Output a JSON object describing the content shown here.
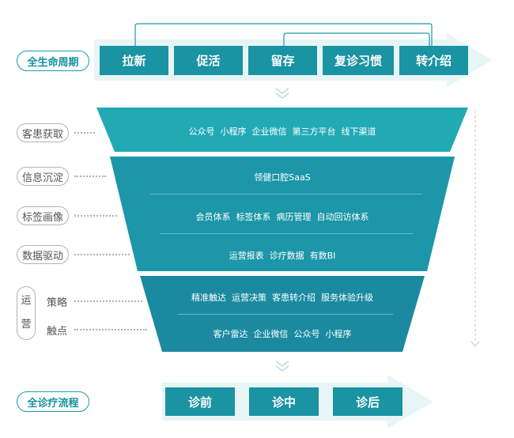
{
  "lifecycle": {
    "label": "全生命周期",
    "stages": [
      "拉新",
      "促活",
      "留存",
      "复诊习惯",
      "转介绍"
    ]
  },
  "side_labels": {
    "acquire": "客患获取",
    "deposit": "信息沉淀",
    "portrait": "标签画像",
    "data_driven": "数据驱动",
    "ops_chars": [
      "运",
      "营"
    ],
    "strategy": "策略",
    "touchpoint": "触点"
  },
  "funnel": {
    "layer1": "公众号  小程序  企业微信  第三方平台  线下渠道",
    "layer2_title": "领健口腔SaaS",
    "layer2_mid": "会员体系  标签体系  病历管理  自动回访体系",
    "layer2_bottom": "运营报表  诊疗数据  有数BI",
    "layer3_top": "精准触达  运营决策  客患转介绍  服务体验升级",
    "layer3_bottom": "客户雷达  企业微信  公众号  小程序"
  },
  "care_flow": {
    "label": "全诊疗流程",
    "stages": [
      "诊前",
      "诊中",
      "诊后"
    ]
  },
  "colors": {
    "layer1": "#22aab4",
    "layer2": "#1c96a8",
    "layer3": "#1b8aa0",
    "stage": "#1a93a2",
    "band": "#e8f5f7"
  }
}
